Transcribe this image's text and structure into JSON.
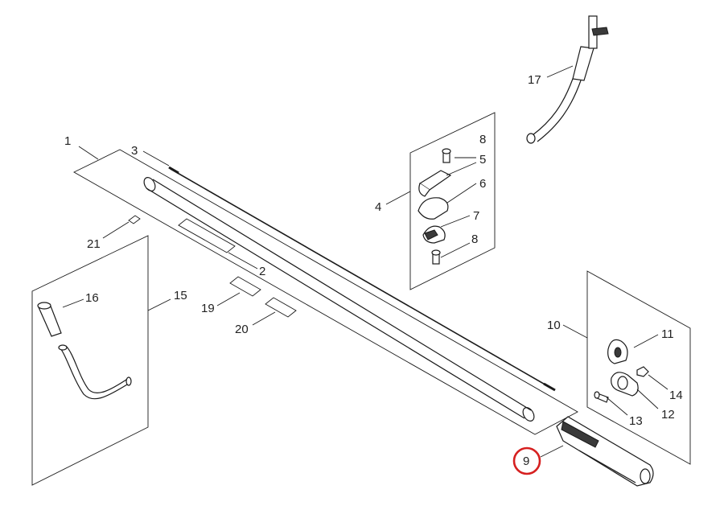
{
  "callouts": [
    "1",
    "2",
    "3",
    "4",
    "5",
    "6",
    "7",
    "8",
    "8",
    "9",
    "10",
    "11",
    "12",
    "13",
    "14",
    "15",
    "16",
    "17",
    "19",
    "20",
    "21"
  ],
  "highlight": {
    "label": "9",
    "color": "#d62020"
  }
}
